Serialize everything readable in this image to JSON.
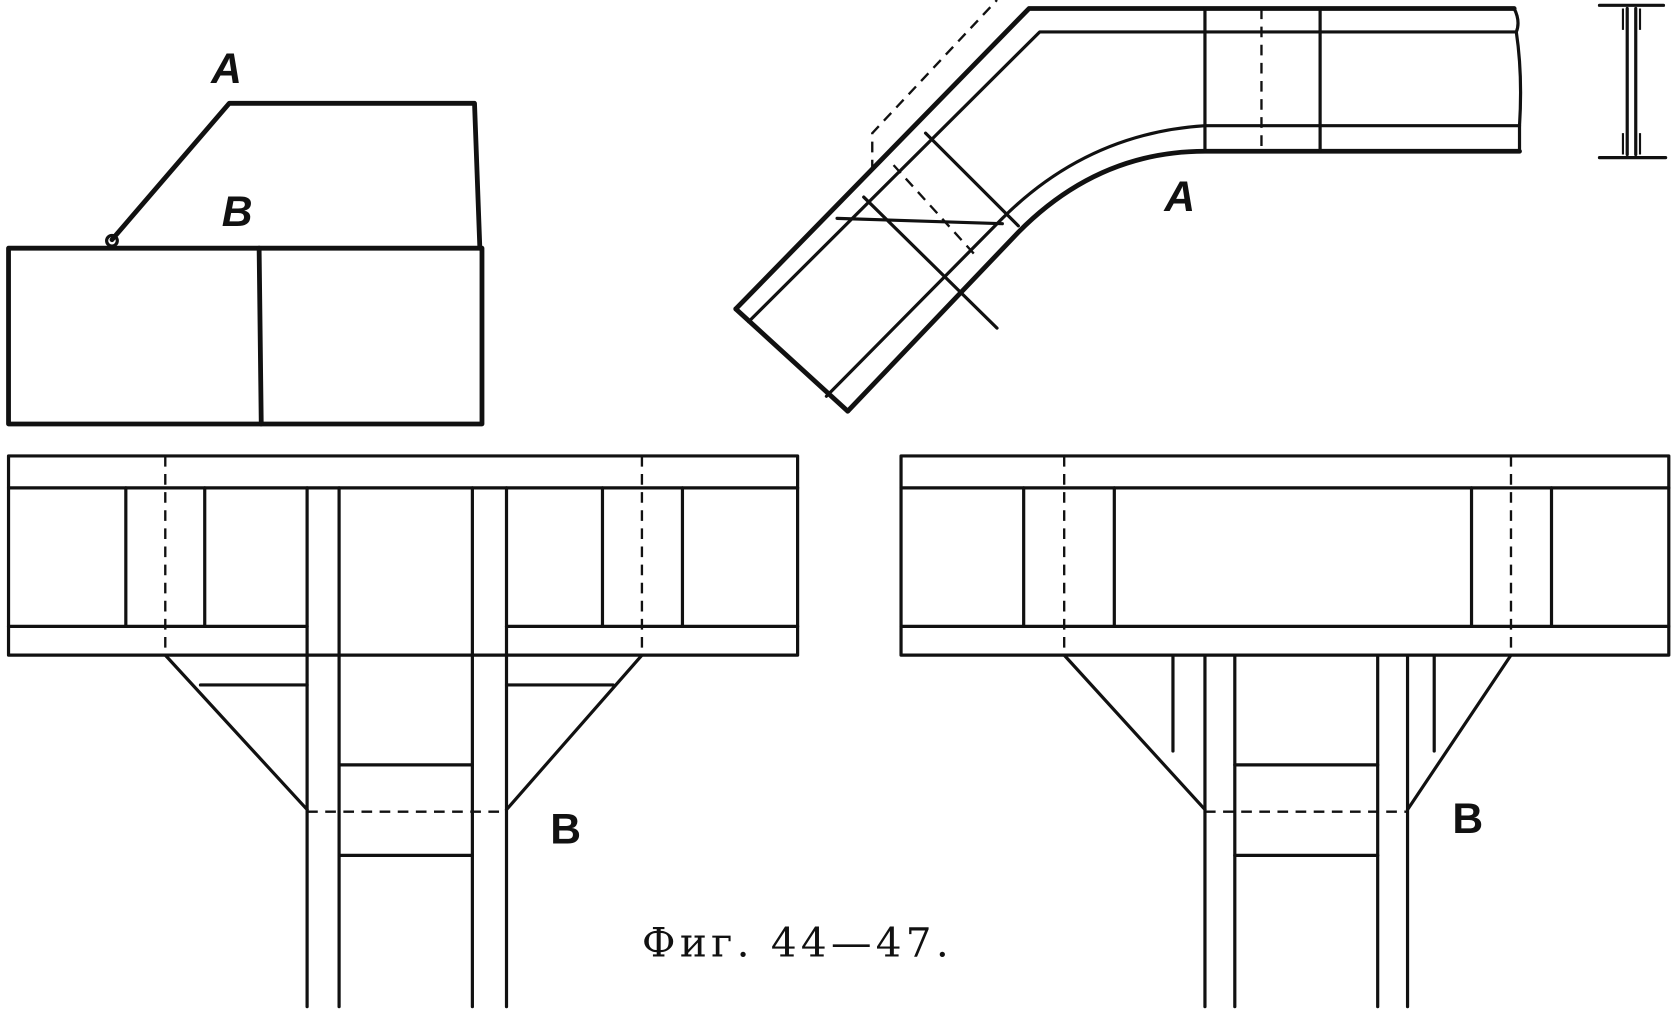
{
  "figure": {
    "caption": "Фиг. 44—47.",
    "labels": {
      "fig44_a": "A",
      "fig44_b": "B",
      "fig45_a": "A",
      "fig46_b": "B",
      "fig47_b": "B"
    }
  }
}
